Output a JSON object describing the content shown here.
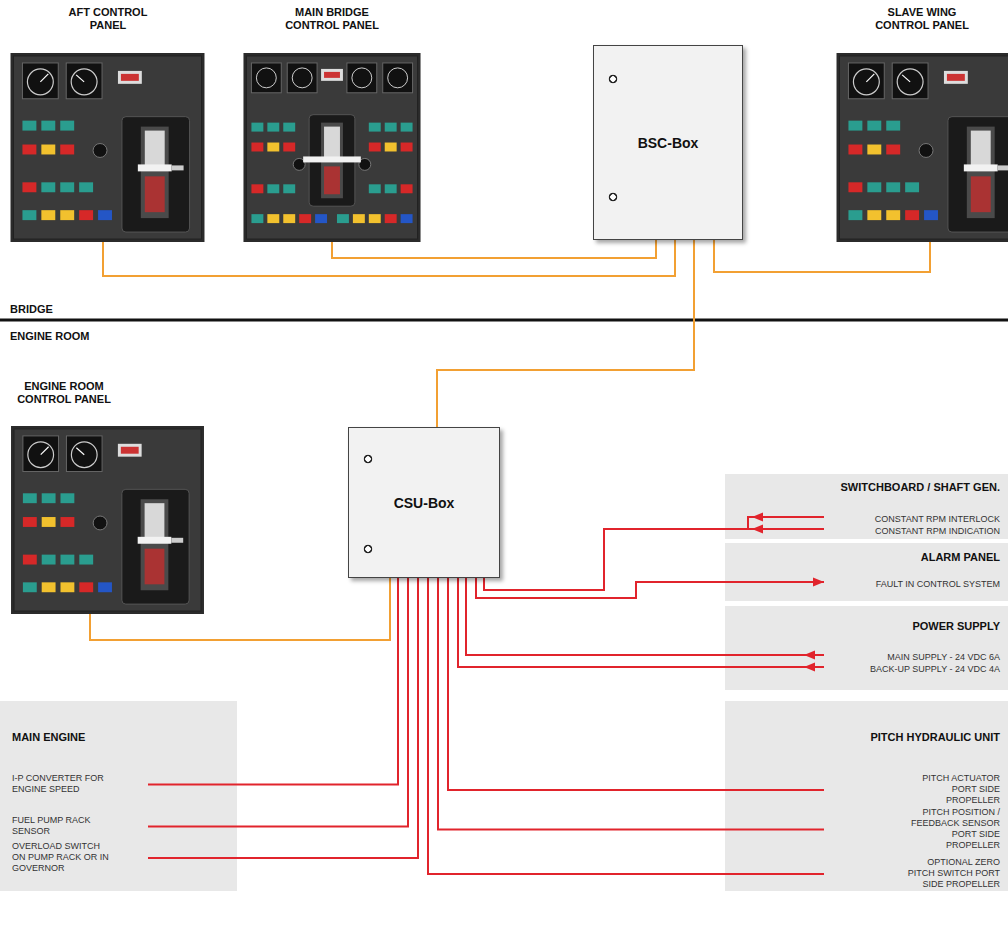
{
  "diagram": {
    "nodes": [
      {
        "text": [
          "AFT CONTROL PANEL"
        ]
      },
      {
        "text": [
          "MAIN BRIDGE CONTROL PANEL"
        ]
      },
      {
        "text": [
          "BSC-Box"
        ]
      },
      {
        "text": [
          "SLAVE WING CONTROL PANEL"
        ]
      },
      {
        "text": [
          "ENGINE ROOM CONTROL PANEL"
        ]
      },
      {
        "text": [
          "CSU-Box"
        ]
      },
      {
        "text": [
          "SWITCHBOARD / SHAFT GEN."
        ]
      },
      {
        "text": [
          "CONSTANT RPM INTERLOCK"
        ],
        "in": 6
      },
      {
        "text": [
          "CONSTANT RPM INDICATION"
        ],
        "in": 6
      },
      {
        "text": [
          "ALARM PANEL"
        ]
      },
      {
        "text": [
          "FAULT IN CONTROL SYSTEM"
        ],
        "in": 9
      },
      {
        "text": [
          "POWER SUPPLY"
        ]
      },
      {
        "text": [
          "MAIN SUPPLY - 24 VDC 6A"
        ],
        "in": 11
      },
      {
        "text": [
          "BACK-UP SUPPLY - 24 VDC 4A"
        ],
        "in": 11
      },
      {
        "text": [
          "MAIN ENGINE"
        ]
      },
      {
        "text": [
          "I-P CONVERTER FOR ENGINE SPEED"
        ],
        "in": 14
      },
      {
        "text": [
          "FUEL PUMP RACK SENSOR"
        ],
        "in": 14
      },
      {
        "text": [
          "OVERLOAD SWITCH ON PUMP RACK OR IN GOVERNOR"
        ],
        "in": 14
      },
      {
        "text": [
          "PITCH HYDRAULIC UNIT"
        ]
      },
      {
        "text": [
          "PITCH ACTUATOR PORT SIDE PROPELLER"
        ],
        "in": 18
      },
      {
        "text": [
          "PITCH POSITION / FEEDBACK SENSOR PORT SIDE PROPELLER"
        ],
        "in": 18
      },
      {
        "text": [
          "OPTIONAL ZERO PITCH SWITCH PORT SIDE PROPELLER"
        ],
        "in": 18
      }
    ],
    "edges": [
      {
        "from": 0,
        "to": 2,
        "arrow": "none"
      },
      {
        "from": 1,
        "to": 2,
        "arrow": "none"
      },
      {
        "from": 3,
        "to": 2,
        "arrow": "none"
      },
      {
        "from": 2,
        "to": 5,
        "arrow": "none"
      },
      {
        "from": 4,
        "to": 5,
        "arrow": "none"
      },
      {
        "from": 7,
        "to": 5,
        "arrow": "to"
      },
      {
        "from": 8,
        "to": 5,
        "arrow": "to"
      },
      {
        "from": 5,
        "to": 10,
        "arrow": "to"
      },
      {
        "from": 12,
        "to": 5,
        "arrow": "to"
      },
      {
        "from": 13,
        "to": 5,
        "arrow": "to"
      },
      {
        "from": 5,
        "to": 15,
        "arrow": "none"
      },
      {
        "from": 5,
        "to": 16,
        "arrow": "none"
      },
      {
        "from": 5,
        "to": 17,
        "arrow": "none"
      },
      {
        "from": 5,
        "to": 19,
        "arrow": "none"
      },
      {
        "from": 5,
        "to": 20,
        "arrow": "none"
      },
      {
        "from": 5,
        "to": 21,
        "arrow": "none"
      }
    ],
    "labels": [
      "BRIDGE",
      "ENGINE ROOM"
    ]
  }
}
